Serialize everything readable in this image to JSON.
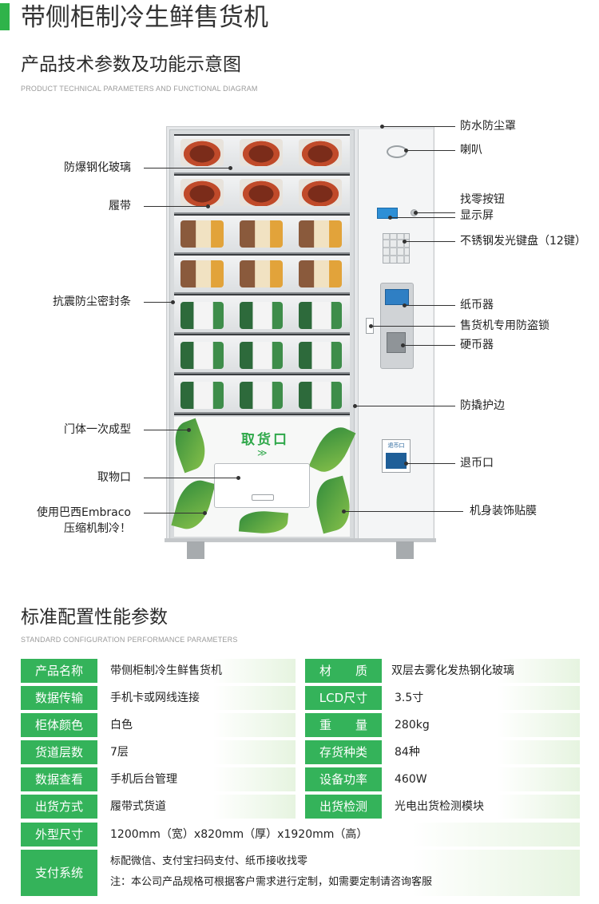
{
  "header": {
    "title": "带侧柜制冷生鲜售货机"
  },
  "diagram_section": {
    "title": "产品技术参数及功能示意图",
    "subtitle": "PRODUCT TECHNICAL PARAMETERS AND FUNCTIONAL DIAGRAM",
    "pickup_label": "取货口",
    "pickup_chevron": "≫",
    "return_unit_label": "退币口",
    "left_callouts": {
      "glass": "防爆钢化玻璃",
      "belt": "履带",
      "seal": "抗震防尘密封条",
      "door": "门体一次成型",
      "pickup": "取物口",
      "compressor_line1": "使用巴西Embraco",
      "compressor_line2": "压缩机制冷！"
    },
    "right_callouts": {
      "dust_cover": "防水防尘罩",
      "speaker": "喇叭",
      "change_button": "找零按钮",
      "display": "显示屏",
      "keypad": "不锈钢发光键盘（12键）",
      "bill_acceptor": "纸币器",
      "lock": "售货机专用防盗锁",
      "coin_acceptor": "硬币器",
      "anti_pry": "防撬护边",
      "coin_return": "退币口",
      "decal": "机身装饰贴膜"
    }
  },
  "spec_section": {
    "title": "标准配置性能参数",
    "subtitle": "STANDARD CONFIGURATION PERFORMANCE PARAMETERS",
    "rows": [
      {
        "l1": "产品名称",
        "v1": "带侧柜制冷生鲜售货机",
        "l2": "材　　质",
        "v2": "双层去雾化发热钢化玻璃"
      },
      {
        "l1": "数据传输",
        "v1": "手机卡或网线连接",
        "l2": "LCD尺寸",
        "v2": "3.5寸"
      },
      {
        "l1": "柜体颜色",
        "v1": "白色",
        "l2": "重　　量",
        "v2": "280kg"
      },
      {
        "l1": "货道层数",
        "v1": "7层",
        "l2": "存货种类",
        "v2": "84种"
      },
      {
        "l1": "数据查看",
        "v1": "手机后台管理",
        "l2": "设备功率",
        "v2": "460W"
      },
      {
        "l1": "出货方式",
        "v1": "履带式货道",
        "l2": "出货检测",
        "v2": "光电出货检测模块"
      }
    ],
    "size": {
      "label": "外型尺寸",
      "value": "1200mm（宽）x820mm（厚）x1920mm（高）"
    },
    "payment": {
      "label": "支付系统",
      "line1": "标配微信、支付宝扫码支付、纸币接收找零",
      "line2": "注：本公司产品规格可根据客户需求进行定制，如需要定制请咨询客服"
    }
  },
  "colors": {
    "accent_green": "#34b35a",
    "header_bar": "#2fb34a",
    "display_blue": "#2d8fd6"
  },
  "icons": [
    "speaker-icon",
    "keypad-icon",
    "bill-acceptor-icon",
    "coin-acceptor-icon",
    "lock-icon"
  ]
}
